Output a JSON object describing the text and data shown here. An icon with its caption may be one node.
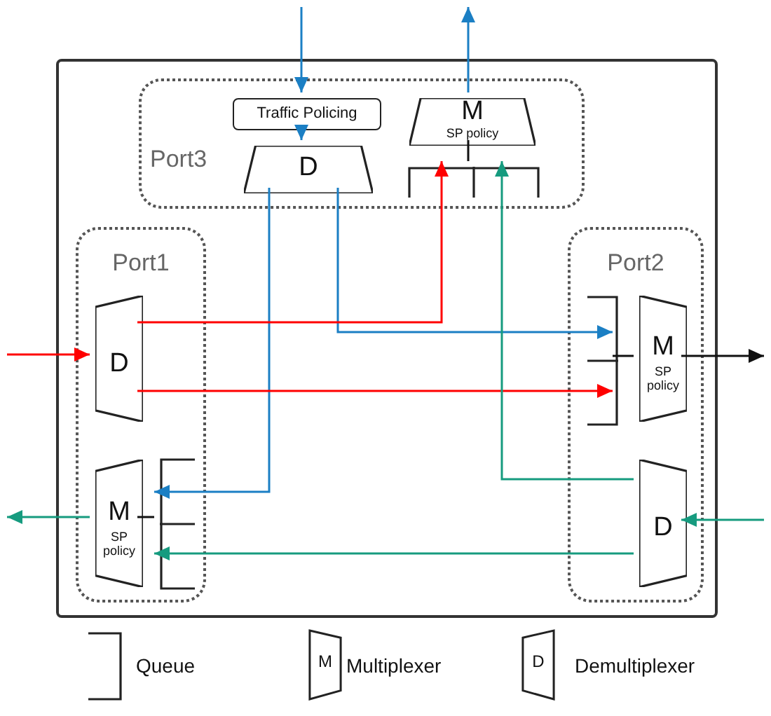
{
  "diagram": {
    "nodes": [
      {
        "text": [],
        "shape": "box"
      },
      {
        "text": [
          "Port3"
        ],
        "in": 0
      },
      {
        "text": [
          "Traffic Policing"
        ],
        "in": 1
      },
      {
        "text": [
          "D"
        ],
        "in": 1
      },
      {
        "text": [
          "M",
          "SP policy"
        ],
        "in": 1
      },
      {
        "text": [],
        "shape": "bracket",
        "in": 1
      },
      {
        "text": [
          "Port1"
        ],
        "in": 0
      },
      {
        "text": [
          "D"
        ],
        "in": 6
      },
      {
        "text": [
          "M",
          "SP policy"
        ],
        "in": 6
      },
      {
        "text": [],
        "shape": "bracket",
        "in": 6
      },
      {
        "text": [
          "Port2"
        ],
        "in": 0
      },
      {
        "text": [],
        "shape": "bracket",
        "in": 10
      },
      {
        "text": [
          "M",
          "SP policy"
        ],
        "in": 10
      },
      {
        "text": [
          "D"
        ],
        "in": 10
      }
    ],
    "edges": [
      {
        "from": null,
        "to": 2,
        "arrow": "to",
        "color": "#1b7fc4"
      },
      {
        "from": 2,
        "to": 3,
        "arrow": "to",
        "color": "#1b7fc4"
      },
      {
        "from": 4,
        "to": null,
        "arrow": "to",
        "color": "#1b7fc4"
      },
      {
        "from": 5,
        "to": 4,
        "arrow": "none",
        "color": "#111111"
      },
      {
        "from": 3,
        "to": 9,
        "arrow": "to",
        "color": "#1b7fc4"
      },
      {
        "from": 3,
        "to": 11,
        "arrow": "to",
        "color": "#1b7fc4"
      },
      {
        "from": 7,
        "to": 5,
        "arrow": "to",
        "color": "#ff0000"
      },
      {
        "from": 7,
        "to": 11,
        "arrow": "to",
        "color": "#ff0000"
      },
      {
        "from": null,
        "to": 7,
        "arrow": "to",
        "color": "#ff0000"
      },
      {
        "from": 9,
        "to": 8,
        "arrow": "none",
        "color": "#111111"
      },
      {
        "from": 8,
        "to": null,
        "arrow": "to",
        "color": "#169b7f"
      },
      {
        "from": 11,
        "to": 12,
        "arrow": "none",
        "color": "#111111"
      },
      {
        "from": 12,
        "to": null,
        "arrow": "to",
        "color": "#111111"
      },
      {
        "from": null,
        "to": 13,
        "arrow": "to",
        "color": "#169b7f"
      },
      {
        "from": 13,
        "to": 5,
        "arrow": "to",
        "color": "#169b7f"
      },
      {
        "from": 13,
        "to": 9,
        "arrow": "to",
        "color": "#169b7f"
      }
    ],
    "labels": [
      "M",
      "D"
    ],
    "legend": [
      {
        "text": "Queue"
      },
      {
        "text": "Multiplexer"
      },
      {
        "text": "Demultiplexer"
      }
    ]
  }
}
